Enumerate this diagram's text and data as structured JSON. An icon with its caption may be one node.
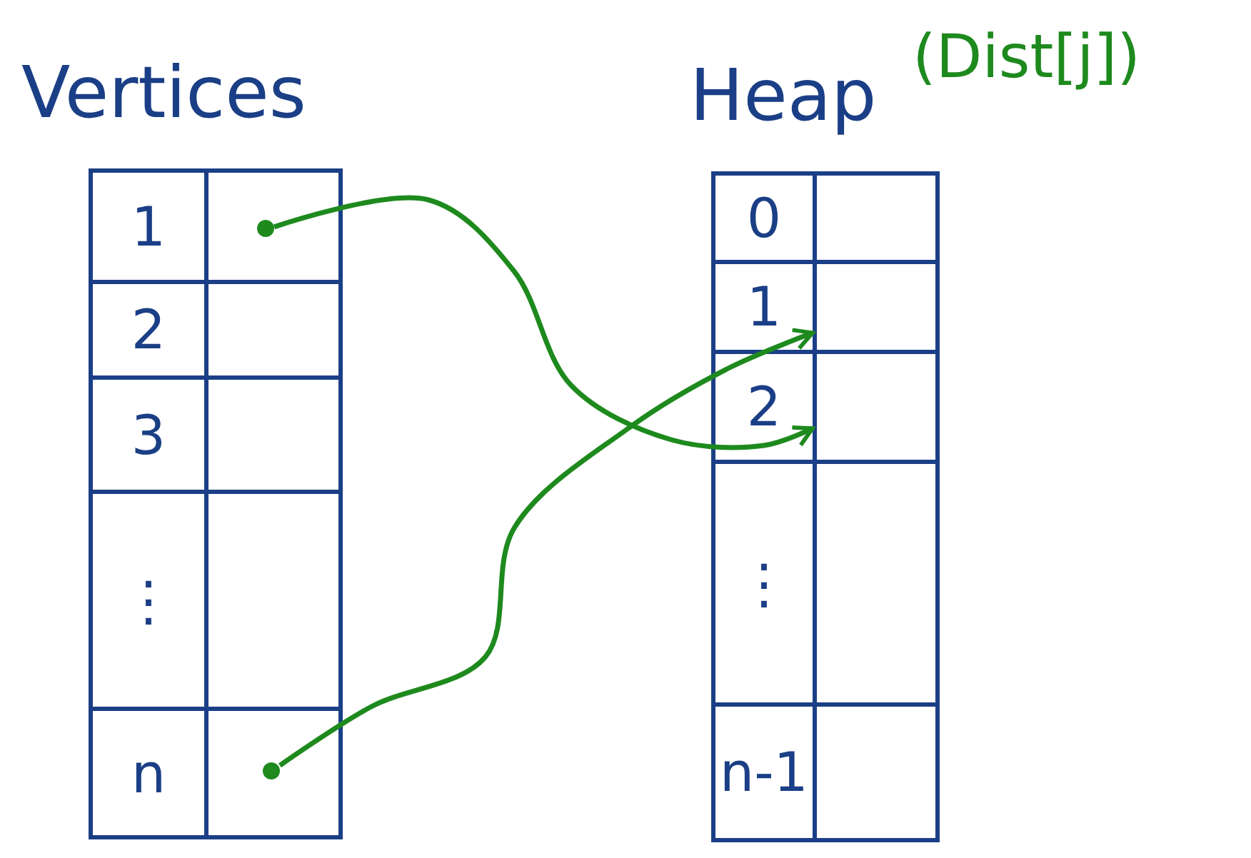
{
  "diagram": {
    "nodes": [
      {
        "text": [
          "Vertices"
        ]
      },
      {
        "text": [],
        "shape": "circle",
        "in": 0
      },
      {
        "text": [],
        "shape": "circle",
        "in": 0
      },
      {
        "text": [
          "Heap"
        ],
        "beside": [
          "(Dist[j])"
        ]
      },
      {
        "text": [],
        "shape": "box",
        "in": 3
      },
      {
        "text": [],
        "shape": "box",
        "in": 3
      }
    ],
    "edges": [
      {
        "from": 1,
        "to": 5,
        "arrow": "to"
      },
      {
        "from": 2,
        "to": 4,
        "arrow": "to"
      }
    ],
    "labels": [
      "1",
      "2",
      "3",
      "⋮",
      "n",
      "0",
      "1",
      "2",
      "⋮",
      "n-1"
    ]
  }
}
